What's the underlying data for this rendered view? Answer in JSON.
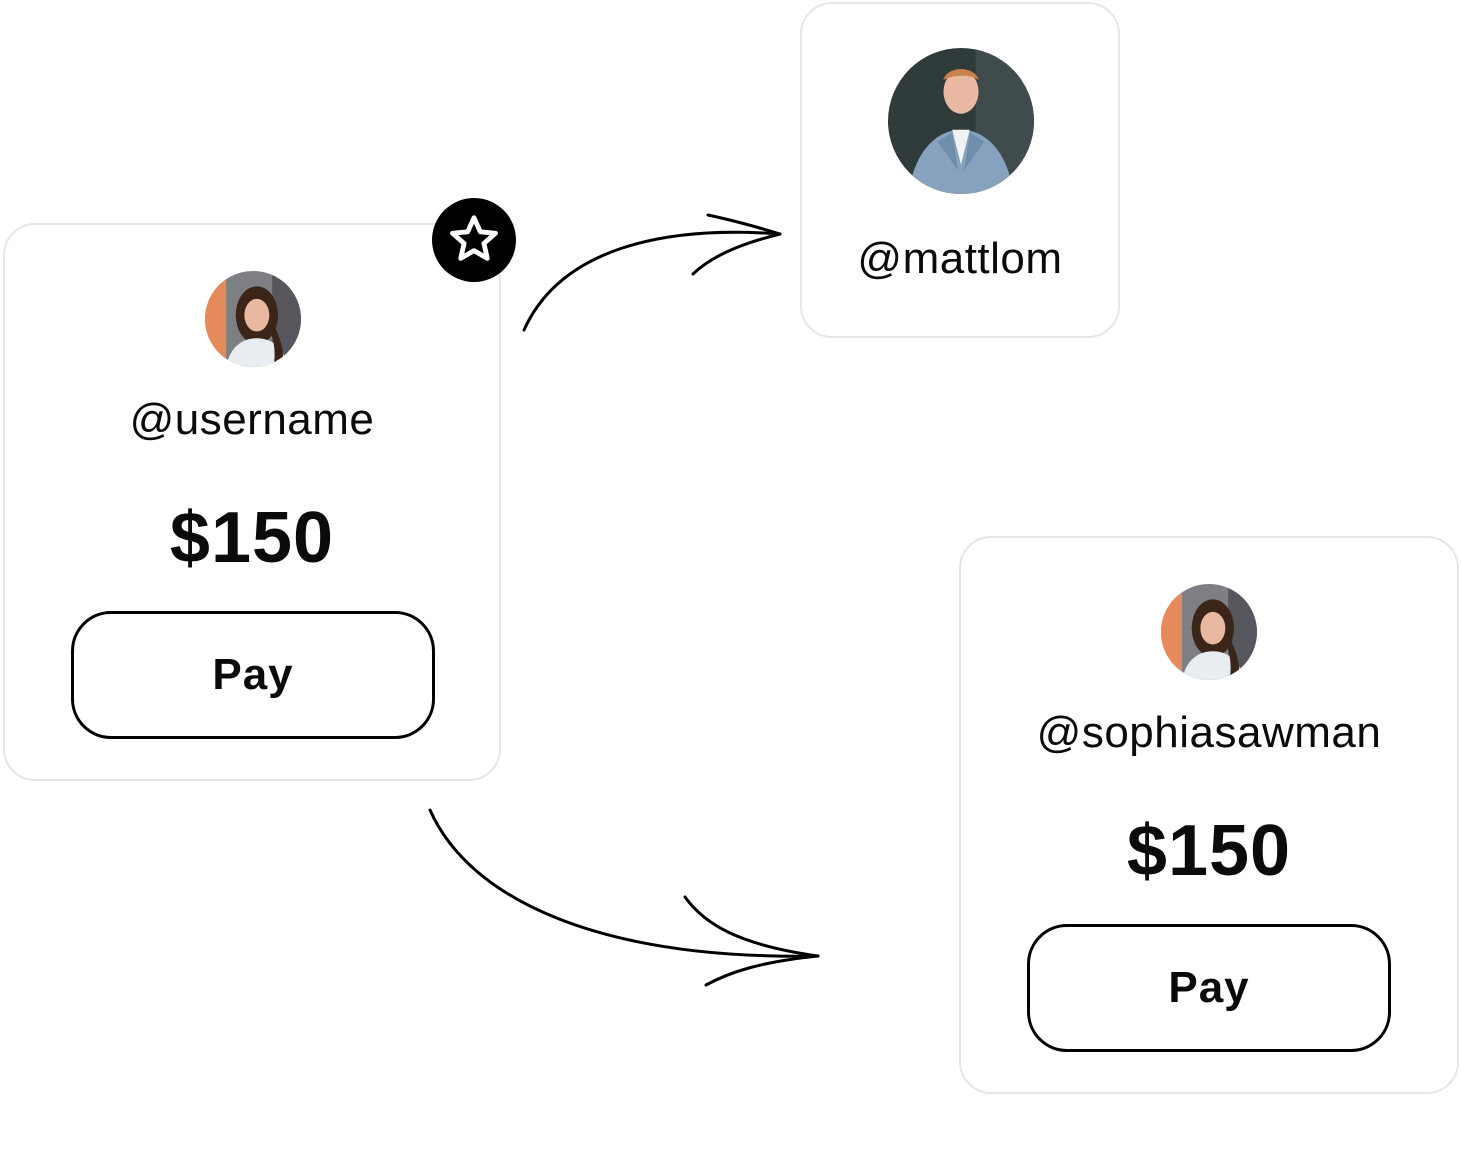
{
  "cards": {
    "left": {
      "handle": "@username",
      "amount": "$150",
      "pay_label": "Pay",
      "avatar": "woman-portrait",
      "badge_icon": "star-icon"
    },
    "top": {
      "handle": "@mattlom",
      "avatar": "man-portrait"
    },
    "right": {
      "handle": "@sophiasawman",
      "amount": "$150",
      "pay_label": "Pay",
      "avatar": "woman-portrait"
    }
  },
  "connectors": [
    "arrow-to-mattlom",
    "arrow-to-sophiasawman"
  ],
  "colors": {
    "ink": "#000000",
    "card_border": "#e6e6e6",
    "background": "#ffffff"
  }
}
